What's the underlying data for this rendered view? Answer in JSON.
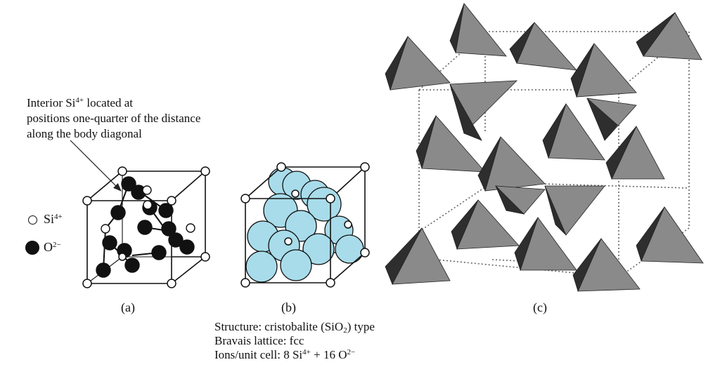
{
  "annotation": {
    "line1_pre": "Interior Si",
    "line1_sup": "4+",
    "line1_post": " located at",
    "line2": "positions one-quarter of the distance",
    "line3": "along the body diagonal"
  },
  "legend": [
    {
      "symbol": "Si",
      "charge": "4+",
      "fill": "#ffffff"
    },
    {
      "symbol": "O",
      "charge": "2−",
      "fill": "#111111"
    }
  ],
  "panels": [
    {
      "label": "(a)"
    },
    {
      "label": "(b)"
    },
    {
      "label": "(c)"
    }
  ],
  "info": {
    "structure_pre": "Structure: cristobalite (SiO",
    "structure_sub": "2",
    "structure_post": ") type",
    "lattice": "Bravais lattice: fcc",
    "ions_pre": "Ions/unit cell: 8 Si",
    "ions_sup1": "4+",
    "ions_mid": " + 16 O",
    "ions_sup2": "2−"
  },
  "colors": {
    "oxygen": "#111111",
    "silicon": "#ffffff",
    "sphere_blue": "#a8dcea",
    "tetra_dark": "#2e2e2e",
    "tetra_light": "#8a8a8a"
  }
}
